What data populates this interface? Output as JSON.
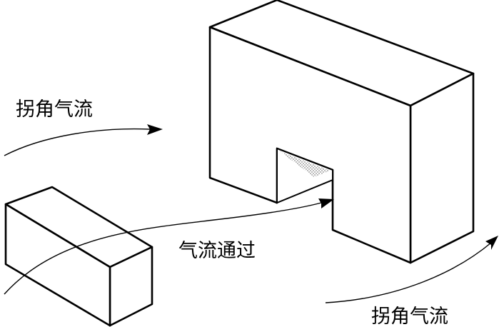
{
  "labels": {
    "flow_top_left": "拐角气流",
    "flow_middle": "气流通过",
    "flow_bottom_right": "拐角气流"
  },
  "colors": {
    "stroke": "#000000",
    "fill": "#ffffff",
    "shade": "#d0d0d0"
  }
}
